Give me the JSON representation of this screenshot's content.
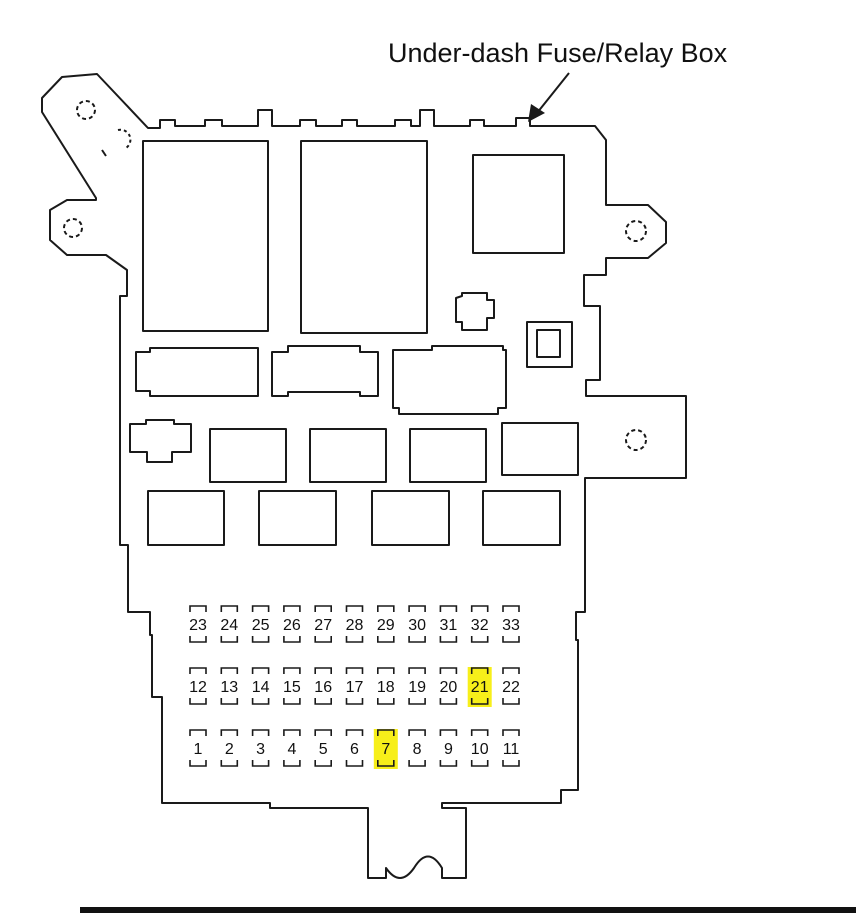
{
  "diagram": {
    "title": "Under-dash Fuse/Relay Box",
    "highlight_color": "#f7ef1a",
    "line_color": "#1a1a1a",
    "fuse_rows": [
      [
        "23",
        "24",
        "25",
        "26",
        "27",
        "28",
        "29",
        "30",
        "31",
        "32",
        "33"
      ],
      [
        "12",
        "13",
        "14",
        "15",
        "16",
        "17",
        "18",
        "19",
        "20",
        "21",
        "22"
      ],
      [
        "1",
        "2",
        "3",
        "4",
        "5",
        "6",
        "7",
        "8",
        "9",
        "10",
        "11"
      ]
    ],
    "highlighted_fuses": [
      "21",
      "7"
    ]
  }
}
